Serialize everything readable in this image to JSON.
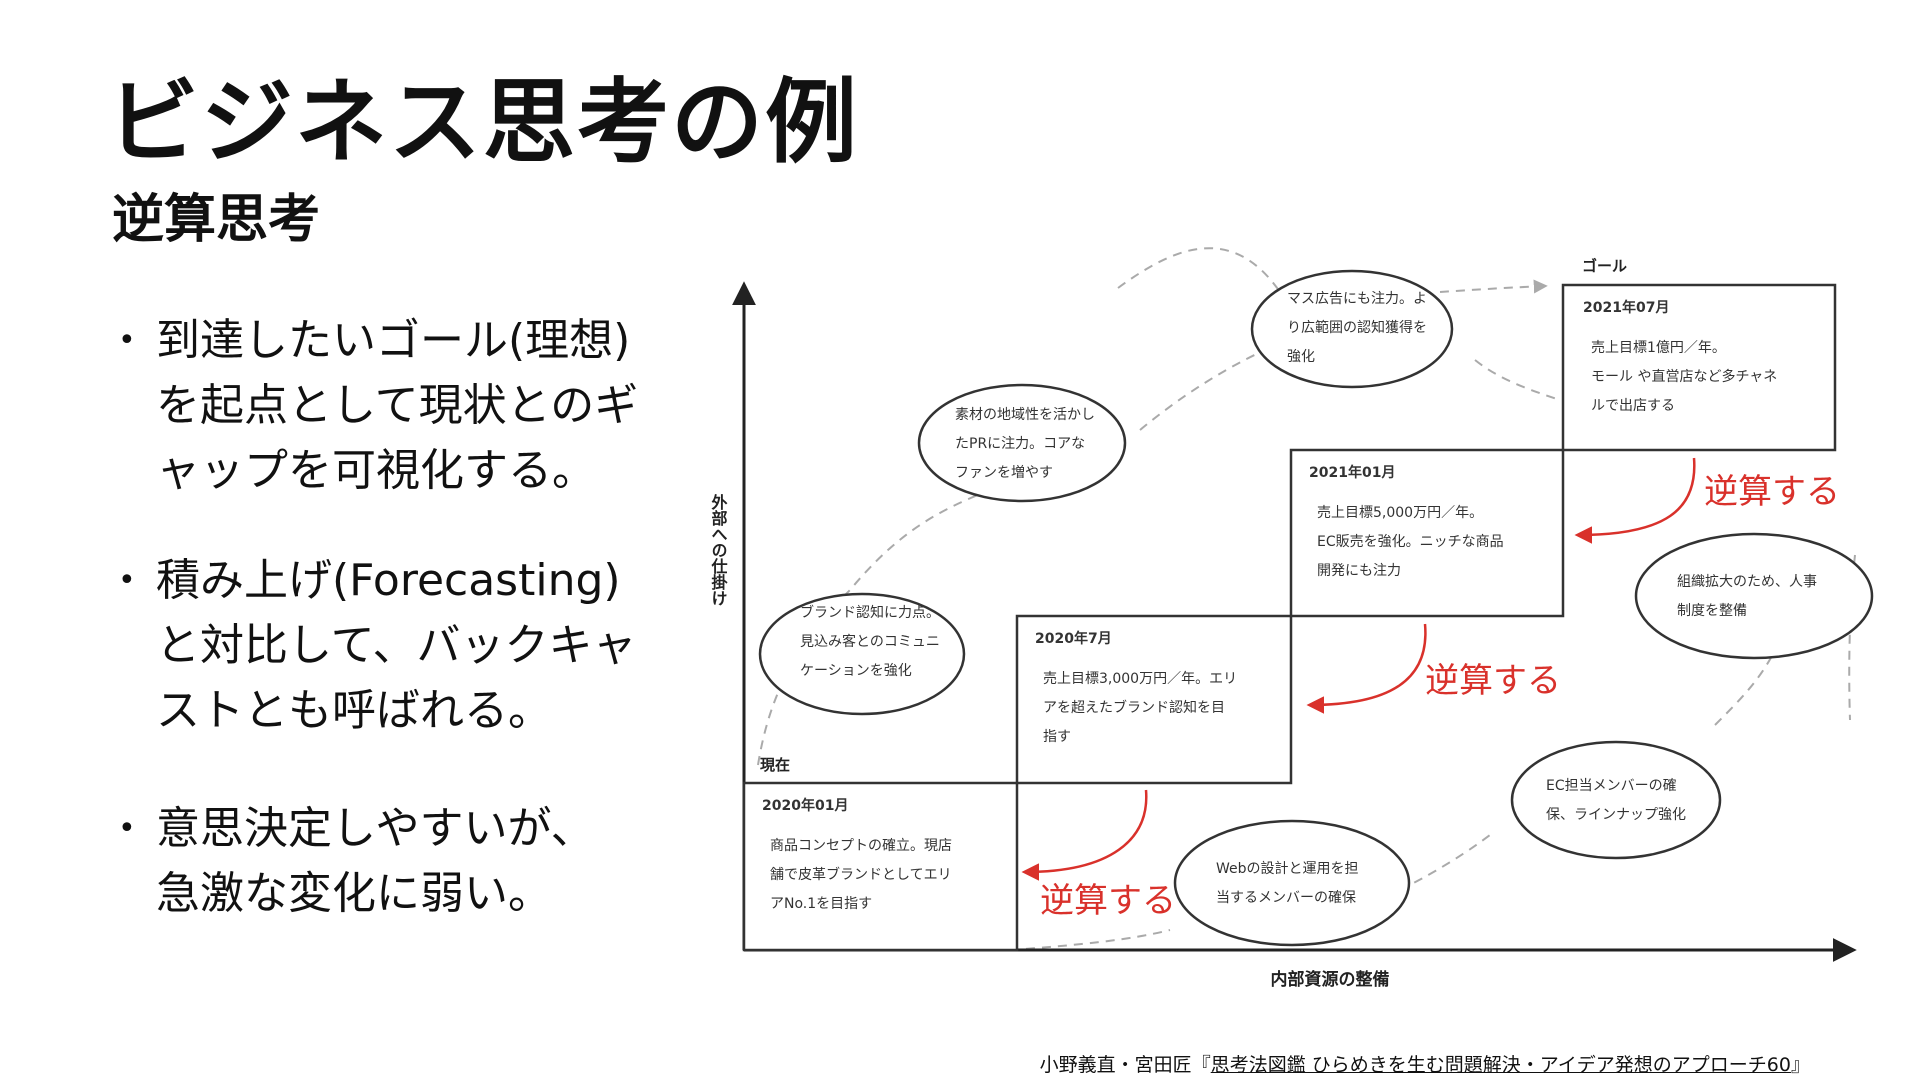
{
  "title": "ビジネス思考の例",
  "subtitle": "逆算思考",
  "bullets": [
    {
      "lines": [
        "到達したいゴール(理想)",
        "を起点として現状とのギ",
        "ャップを可視化する。"
      ]
    },
    {
      "lines": [
        "積み上げ(Forecasting)",
        "と対比して、バックキャ",
        "ストとも呼ばれる。"
      ]
    },
    {
      "lines": [
        "意思決定しやすいが、",
        "急激な変化に弱い。"
      ]
    }
  ],
  "diagram": {
    "y_axis_label": "外部への仕掛け",
    "x_axis_label": "内部資源の整備",
    "start_label": "現在",
    "goal_label": "ゴール",
    "steps": [
      {
        "date": "2020年01月",
        "lines": [
          "商品コンセプトの確立。現店",
          "舗で皮革ブランドとしてエリ",
          "アNo.1を目指す"
        ]
      },
      {
        "date": "2020年7月",
        "lines": [
          "売上目標3,000万円／年。エリ",
          "アを超えたブランド認知を目",
          "指す"
        ]
      },
      {
        "date": "2021年01月",
        "lines": [
          "売上目標5,000万円／年。",
          "EC販売を強化。ニッチな商品",
          "開発にも注力"
        ]
      },
      {
        "date": "2021年07月",
        "lines": [
          "売上目標1億円／年。",
          "モール や直営店など多チャネ",
          "ルで出店する"
        ]
      }
    ],
    "external_actions": [
      {
        "lines": [
          "ブランド認知に力点。",
          "見込み客とのコミュニ",
          "ケーションを強化"
        ]
      },
      {
        "lines": [
          "素材の地域性を活かし",
          "たPRに注力。コアな",
          "ファンを増やす"
        ]
      },
      {
        "lines": [
          "マス広告にも注力。よ",
          "り広範囲の認知獲得を",
          "強化"
        ]
      }
    ],
    "internal_actions": [
      {
        "lines": [
          "Webの設計と運用を担",
          "当するメンバーの確保"
        ]
      },
      {
        "lines": [
          "EC担当メンバーの確",
          "保、ラインナップ強化"
        ]
      },
      {
        "lines": [
          "組織拡大のため、人事",
          "制度を整備"
        ]
      }
    ],
    "backcast_label": "逆算する"
  },
  "citation": {
    "authors": "小野義直・宮田匠",
    "book": "思考法図鑑 ひらめきを生む問題解決・アイデア発想のアプローチ60"
  },
  "colors": {
    "accent": "#d9312b",
    "ink": "#222222",
    "dashed": "#aaaaaa"
  }
}
